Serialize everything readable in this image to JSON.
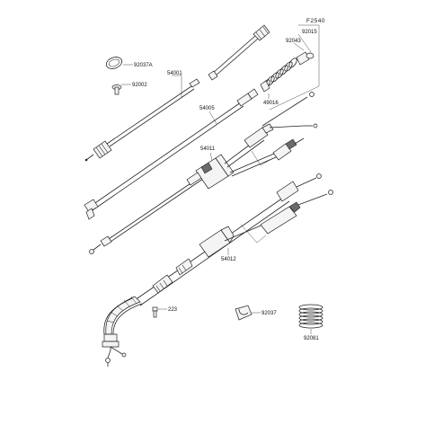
{
  "diagram_code": "F2540",
  "callouts": {
    "p92037A": "92037A",
    "p92002": "92002",
    "p54001": "54001",
    "p92015": "92015",
    "p92043": "92043",
    "p54005": "54005",
    "p49016": "49016",
    "p54011": "54011",
    "p54012": "54012",
    "p223": "223",
    "p92037": "92037",
    "p92081": "92081"
  }
}
